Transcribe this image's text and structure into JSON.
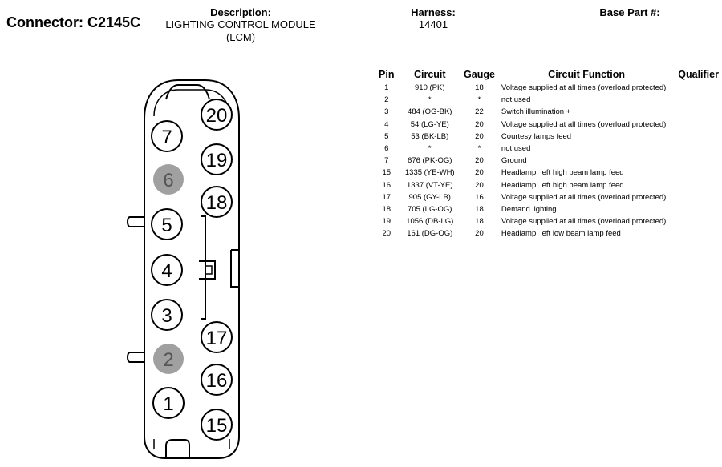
{
  "connector": {
    "label": "Connector: C2145C"
  },
  "description": {
    "label": "Description:",
    "line1": "LIGHTING CONTROL MODULE",
    "line2": "(LCM)"
  },
  "harness": {
    "label": "Harness:",
    "value": "14401"
  },
  "base_part": {
    "label": "Base Part #:",
    "value": ""
  },
  "table": {
    "headers": {
      "pin": "Pin",
      "circuit": "Circuit",
      "gauge": "Gauge",
      "function": "Circuit Function",
      "qualifier": "Qualifier"
    },
    "rows": [
      {
        "pin": "1",
        "circuit": "910 (PK)",
        "gauge": "18",
        "function": "Voltage supplied at all times (overload protected)",
        "qualifier": ""
      },
      {
        "pin": "2",
        "circuit": "*",
        "gauge": "*",
        "function": "not used",
        "qualifier": ""
      },
      {
        "pin": "3",
        "circuit": "484 (OG-BK)",
        "gauge": "22",
        "function": "Switch illumination +",
        "qualifier": ""
      },
      {
        "pin": "4",
        "circuit": "54 (LG-YE)",
        "gauge": "20",
        "function": "Voltage supplied at all times (overload protected)",
        "qualifier": ""
      },
      {
        "pin": "5",
        "circuit": "53 (BK-LB)",
        "gauge": "20",
        "function": "Courtesy lamps feed",
        "qualifier": ""
      },
      {
        "pin": "6",
        "circuit": "*",
        "gauge": "*",
        "function": "not used",
        "qualifier": ""
      },
      {
        "pin": "7",
        "circuit": "676 (PK-OG)",
        "gauge": "20",
        "function": "Ground",
        "qualifier": ""
      },
      {
        "pin": "15",
        "circuit": "1335 (YE-WH)",
        "gauge": "20",
        "function": "Headlamp, left high beam lamp feed",
        "qualifier": ""
      },
      {
        "pin": "16",
        "circuit": "1337 (VT-YE)",
        "gauge": "20",
        "function": "Headlamp, left high beam lamp feed",
        "qualifier": ""
      },
      {
        "pin": "17",
        "circuit": "905 (GY-LB)",
        "gauge": "16",
        "function": "Voltage supplied at all times (overload protected)",
        "qualifier": ""
      },
      {
        "pin": "18",
        "circuit": "705 (LG-OG)",
        "gauge": "18",
        "function": "Demand lighting",
        "qualifier": ""
      },
      {
        "pin": "19",
        "circuit": "1056 (DB-LG)",
        "gauge": "18",
        "function": "Voltage supplied at all times (overload protected)",
        "qualifier": ""
      },
      {
        "pin": "20",
        "circuit": "161 (DG-OG)",
        "gauge": "20",
        "function": "Headlamp, left low beam lamp feed",
        "qualifier": ""
      }
    ]
  },
  "diagram": {
    "unused_fill": "#a0a0a0",
    "pins": [
      {
        "number": "7",
        "used": true
      },
      {
        "number": "6",
        "used": false
      },
      {
        "number": "5",
        "used": true
      },
      {
        "number": "4",
        "used": true
      },
      {
        "number": "3",
        "used": true
      },
      {
        "number": "2",
        "used": false
      },
      {
        "number": "1",
        "used": true
      },
      {
        "number": "20",
        "used": true
      },
      {
        "number": "19",
        "used": true
      },
      {
        "number": "18",
        "used": true
      },
      {
        "number": "17",
        "used": true
      },
      {
        "number": "16",
        "used": true
      },
      {
        "number": "15",
        "used": true
      }
    ]
  }
}
